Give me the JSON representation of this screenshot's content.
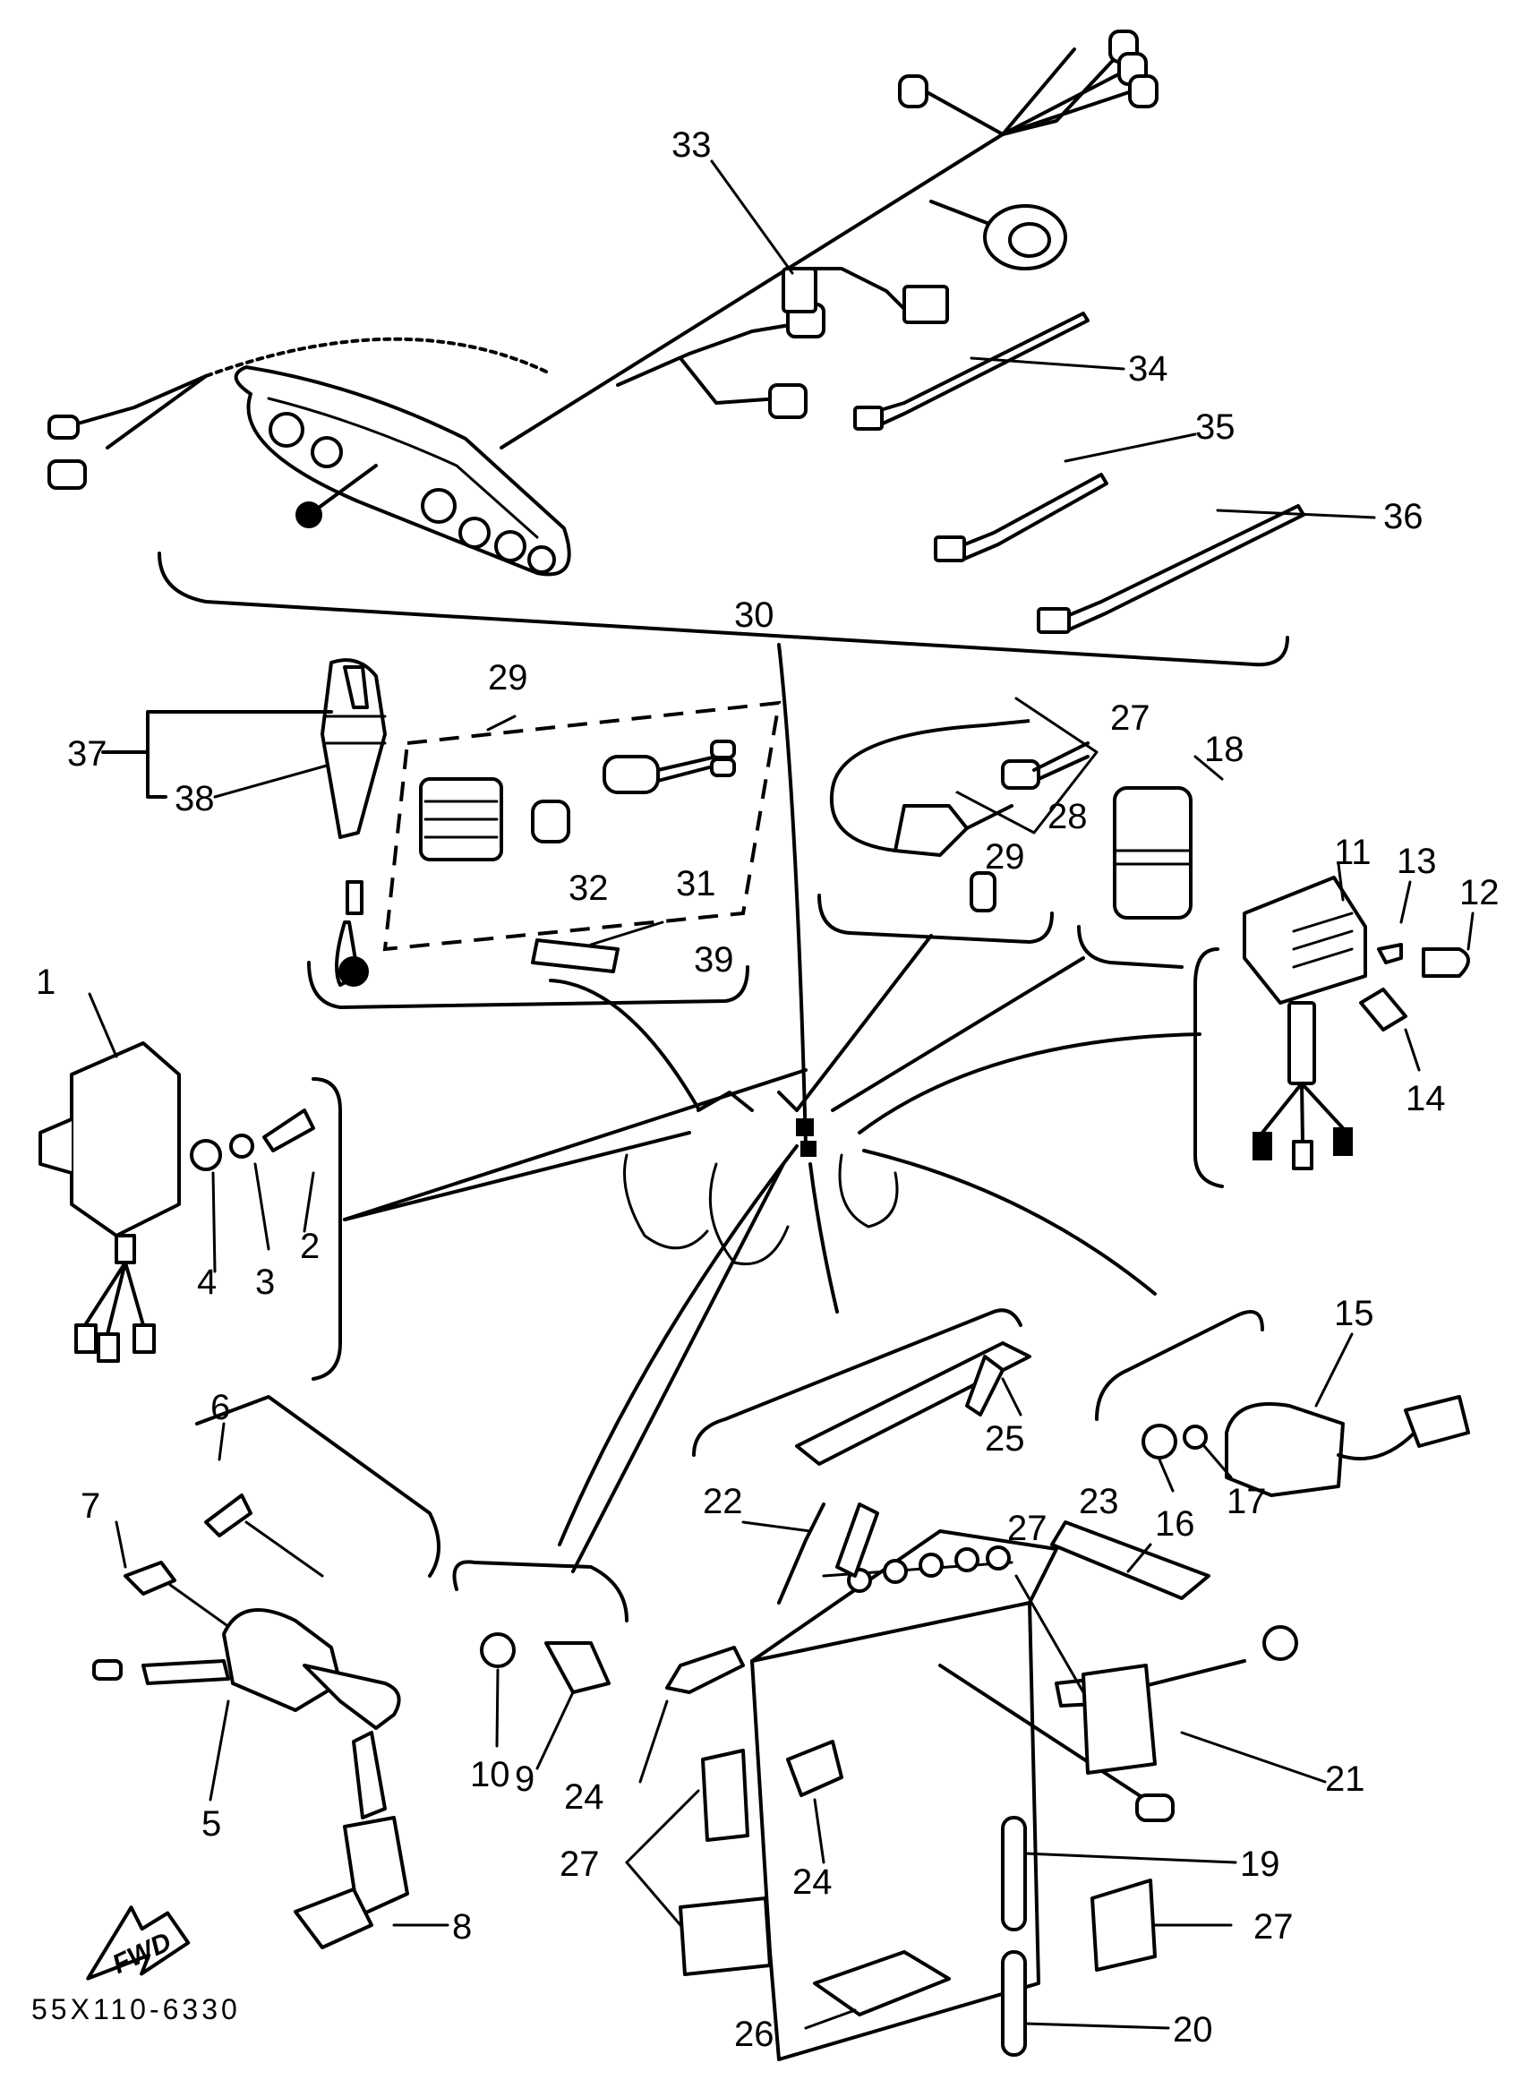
{
  "diagram": {
    "part_numbers": [
      "1",
      "2",
      "3",
      "4",
      "5",
      "6",
      "7",
      "8",
      "9",
      "10",
      "11",
      "12",
      "13",
      "14",
      "15",
      "16",
      "17",
      "18",
      "19",
      "20",
      "21",
      "22",
      "23",
      "24",
      "24",
      "25",
      "26",
      "27",
      "27",
      "27",
      "27",
      "28",
      "29",
      "29",
      "30",
      "31",
      "32",
      "33",
      "34",
      "35",
      "36",
      "37",
      "38",
      "39"
    ],
    "drawing_code": "55X110-6330",
    "direction_label": "FWD"
  }
}
